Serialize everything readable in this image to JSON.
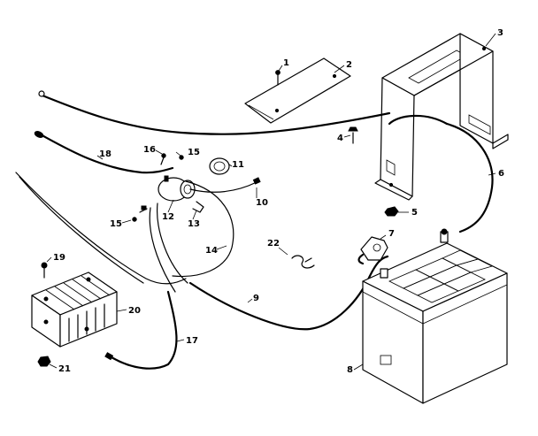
{
  "parts": [
    {
      "id": "1",
      "label": "1"
    },
    {
      "id": "2",
      "label": "2"
    },
    {
      "id": "3",
      "label": "3"
    },
    {
      "id": "4",
      "label": "4"
    },
    {
      "id": "5",
      "label": "5"
    },
    {
      "id": "6",
      "label": "6"
    },
    {
      "id": "7",
      "label": "7"
    },
    {
      "id": "8",
      "label": "8"
    },
    {
      "id": "9",
      "label": "9"
    },
    {
      "id": "10",
      "label": "10"
    },
    {
      "id": "11",
      "label": "11"
    },
    {
      "id": "12",
      "label": "12"
    },
    {
      "id": "13",
      "label": "13"
    },
    {
      "id": "14",
      "label": "14"
    },
    {
      "id": "15a",
      "label": "15"
    },
    {
      "id": "15b",
      "label": "15"
    },
    {
      "id": "16",
      "label": "16"
    },
    {
      "id": "17",
      "label": "17"
    },
    {
      "id": "18",
      "label": "18"
    },
    {
      "id": "19",
      "label": "19"
    },
    {
      "id": "20",
      "label": "20"
    },
    {
      "id": "21",
      "label": "21"
    },
    {
      "id": "22",
      "label": "22"
    }
  ]
}
